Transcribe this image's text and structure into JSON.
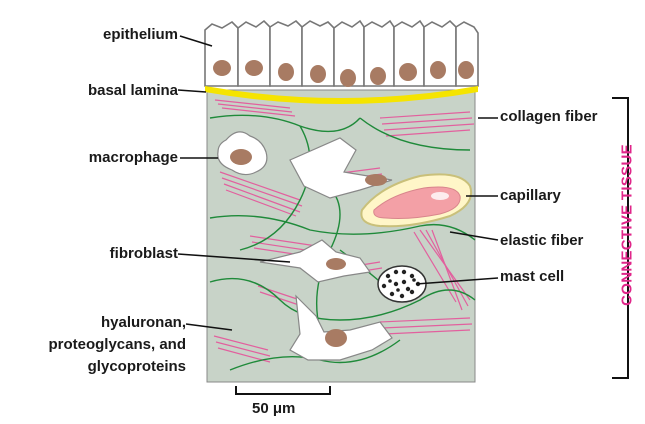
{
  "labels": {
    "epithelium": "epithelium",
    "basal_lamina": "basal lamina",
    "macrophage": "macrophage",
    "fibroblast": "fibroblast",
    "matrix_line1": "hyaluronan,",
    "matrix_line2": "proteoglycans, and",
    "matrix_line3": "glycoproteins",
    "collagen_fiber": "collagen fiber",
    "capillary": "capillary",
    "elastic_fiber": "elastic fiber",
    "mast_cell": "mast cell",
    "connective_tissue": "CONNECTIVE TISSUE",
    "scale_bar": "50 μm"
  },
  "colors": {
    "matrix": "#c8d3c8",
    "basal_lamina": "#f5e400",
    "collagen": "#e2609e",
    "elastic": "#1f8a3a",
    "nucleus": "#a87b63",
    "capillary_wall": "#c9c07a",
    "capillary_lumen": "#f3a0a6",
    "connective_tissue_text": "#e0268a"
  }
}
